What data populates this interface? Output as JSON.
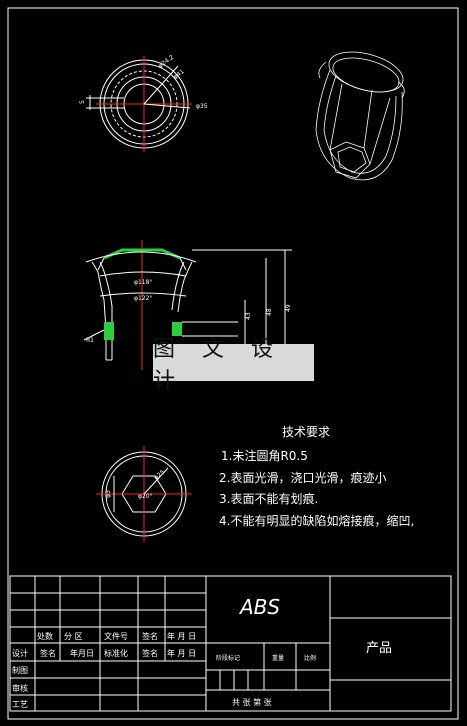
{
  "notes": {
    "heading": "技术要求",
    "items": [
      "1.未注圆角R0.5",
      "2.表面光滑，浇口光滑，痕迹小",
      "3.表面不能有划痕.",
      "4.不能有明显的缺陷如熔接痕，缩凹,"
    ]
  },
  "watermark": "图 文 设 计",
  "top_view_dims": [
    "φ24.2",
    "φ41",
    "φ35",
    "5"
  ],
  "section_dims": [
    "φ118°",
    "φ122°",
    "R1",
    "43",
    "48",
    "49"
  ],
  "bottom_view_dims": [
    "φ25",
    "φ20°",
    "φ3"
  ],
  "title_block": {
    "material": "ABS",
    "part_name": "产品",
    "header_row": [
      "处数",
      "分 区",
      "文件号",
      "签名",
      "年 月 日"
    ],
    "row_design": [
      "设计",
      "签名",
      "年月日",
      "标准化",
      "签名",
      "年 月 日"
    ],
    "row_labels": [
      "制图",
      "审核",
      "工艺"
    ],
    "stage_label": "阶段标记",
    "weight_label": "重量",
    "scale_label": "比例",
    "sheets_label": "共  张 第  张"
  },
  "colors": {
    "background": "#000000",
    "lines": "#ffffff",
    "centerline": "#ff2020",
    "rib": "#2ecc40"
  }
}
